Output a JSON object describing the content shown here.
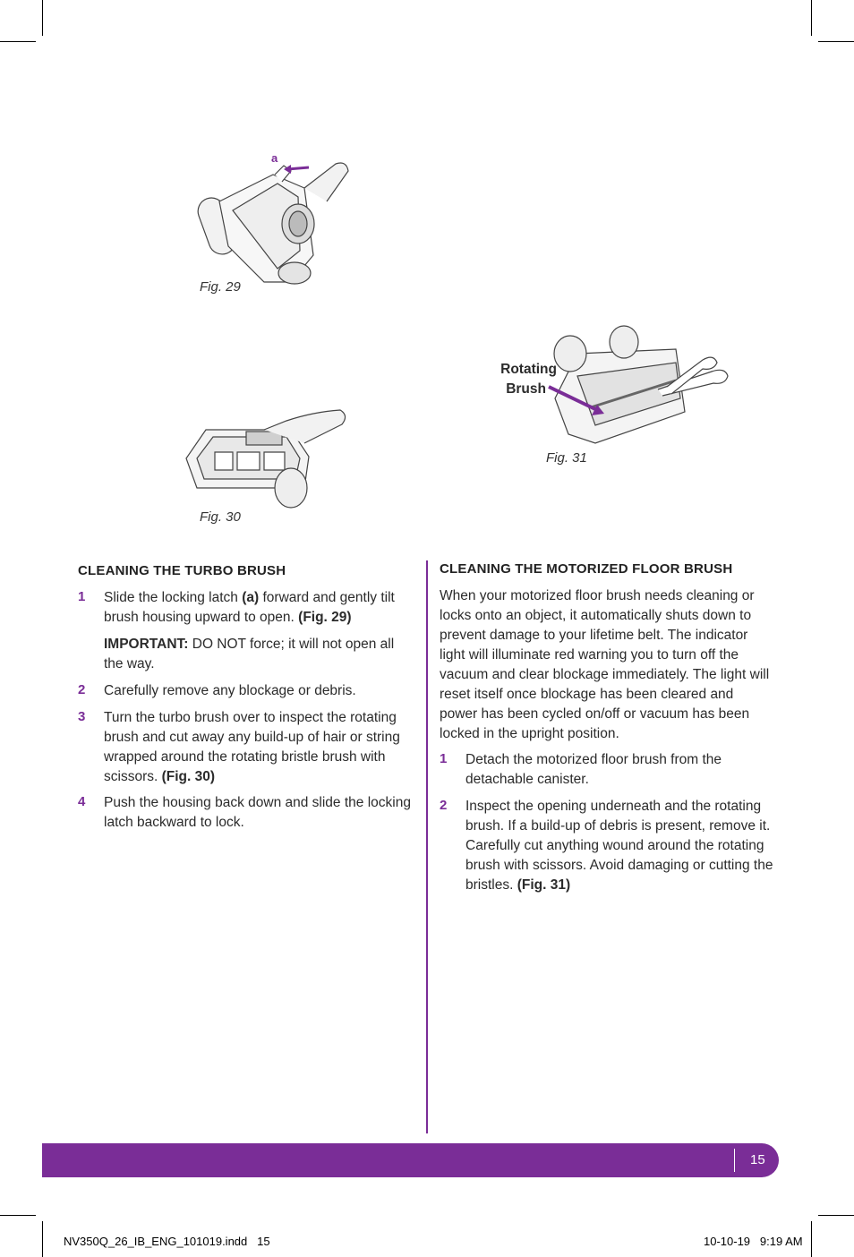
{
  "figures": {
    "fig29": {
      "caption": "Fig. 29",
      "callout": "a"
    },
    "fig30": {
      "caption": "Fig. 30"
    },
    "fig31": {
      "caption": "Fig. 31",
      "label_line1": "Rotating",
      "label_line2": "Brush"
    }
  },
  "left": {
    "heading": "CLEANING THE TURBO BRUSH",
    "steps": [
      {
        "num": "1",
        "pre": "Slide the locking latch ",
        "bold1": "(a)",
        "mid": " forward and gently tilt brush housing upward to open.  ",
        "ref": "(Fig. 29)"
      },
      {
        "important_label": "IMPORTANT:",
        "important_text": " DO NOT force; it will not open all the way."
      },
      {
        "num": "2",
        "text": "Carefully remove any blockage or debris."
      },
      {
        "num": "3",
        "text": "Turn the turbo brush over to inspect the rotating brush and cut away any build-up of hair or string wrapped around the rotating bristle brush with scissors.  ",
        "ref": "(Fig. 30)"
      },
      {
        "num": "4",
        "text": "Push the housing back down and slide the locking latch backward to lock."
      }
    ]
  },
  "right": {
    "heading": "CLEANING THE MOTORIZED FLOOR BRUSH",
    "intro": "When your motorized floor brush needs cleaning or locks onto an object, it automatically shuts down to prevent damage to your lifetime belt.  The indicator light will illuminate red warning you to turn off the vacuum and clear blockage immediately.  The light will reset itself once blockage has been cleared and power has been cycled on/off or vacuum has been locked in the upright position.",
    "steps": [
      {
        "num": "1",
        "text": "Detach the motorized floor brush from the detachable canister."
      },
      {
        "num": "2",
        "text": "Inspect the opening underneath and the rotating brush.  If a build-up of debris is present, remove it.  Carefully cut anything wound around the rotating brush with scissors.  Avoid damaging or cutting the bristles.  ",
        "ref": "(Fig. 31)"
      }
    ]
  },
  "footer": {
    "page_number": "15",
    "slug_left": "NV350Q_26_IB_ENG_101019.indd   15",
    "slug_right": "10-10-19   9:19 AM"
  },
  "colors": {
    "accent": "#7a2d97"
  }
}
